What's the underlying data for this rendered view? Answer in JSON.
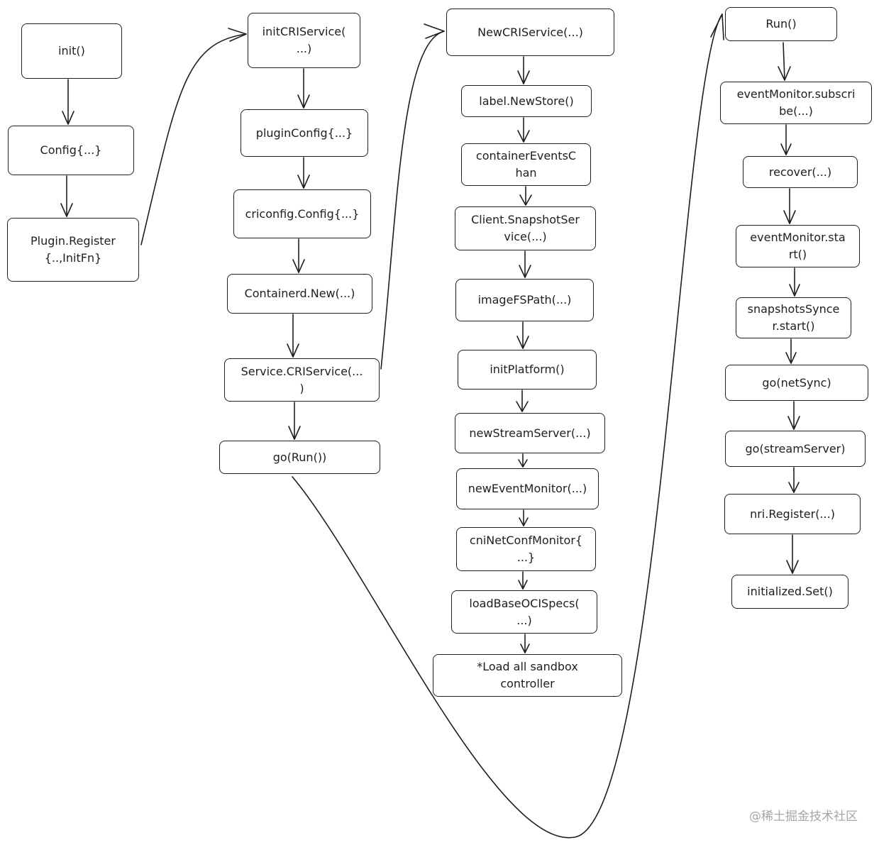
{
  "colors": {
    "stroke": "#1e1e1e",
    "background": "#ffffff",
    "watermark": "#a6a6a6"
  },
  "watermark": "@稀土掘金技术社区",
  "nodes": {
    "init": "init()",
    "config": "Config{...}",
    "plugin_register": "Plugin.Register\n{..,InitFn}",
    "init_cri_service": "initCRIService(\n...)",
    "plugin_config": "pluginConfig{...}",
    "criconfig_config": "criconfig.Config{...}",
    "containerd_new": "Containerd.New(...)",
    "service_criservice": "Service.CRIService(...\n)",
    "go_run": "go(Run())",
    "new_cri_service": "NewCRIService(...)",
    "label_newstore": "label.NewStore()",
    "container_events_chan": "containerEventsC\nhan",
    "client_snapshot_service": "Client.SnapshotSer\nvice(...)",
    "image_fs_path": "imageFSPath(...)",
    "init_platform": "initPlatform()",
    "new_stream_server": "newStreamServer(...)",
    "new_event_monitor": "newEventMonitor(...)",
    "cni_net_conf_monitor": "cniNetConfMonitor{\n...}",
    "load_base_oci_specs": "loadBaseOCISpecs(\n...)",
    "load_sandbox_controller": "*Load all sandbox\ncontroller",
    "run": "Run()",
    "event_monitor_subscribe": "eventMonitor.subscri\nbe(...)",
    "recover": "recover(...)",
    "event_monitor_start": "eventMonitor.sta\nrt()",
    "snapshots_syncer_start": "snapshotsSynce\nr.start()",
    "go_net_sync": "go(netSync)",
    "go_stream_server": "go(streamServer)",
    "nri_register": "nri.Register(...)",
    "initialized_set": "initialized.Set()"
  }
}
